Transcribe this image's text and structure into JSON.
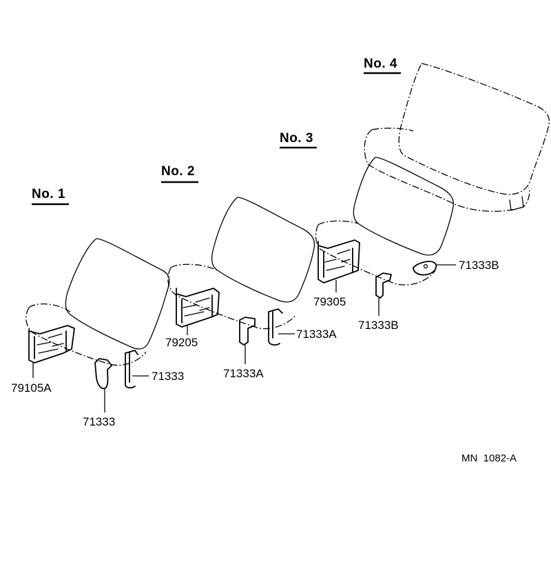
{
  "seats": [
    {
      "title": "No. 1",
      "parts": {
        "frame": "79105A",
        "bracket": "71333",
        "hinge": "71333"
      }
    },
    {
      "title": "No. 2",
      "parts": {
        "frame": "79205",
        "bracket": "71333A",
        "hinge": "71333A"
      }
    },
    {
      "title": "No. 3",
      "parts": {
        "frame": "79305",
        "bracket": "71333B",
        "hinge": "71333B"
      }
    },
    {
      "title": "No. 4"
    }
  ],
  "reference": "MN  1082-A"
}
